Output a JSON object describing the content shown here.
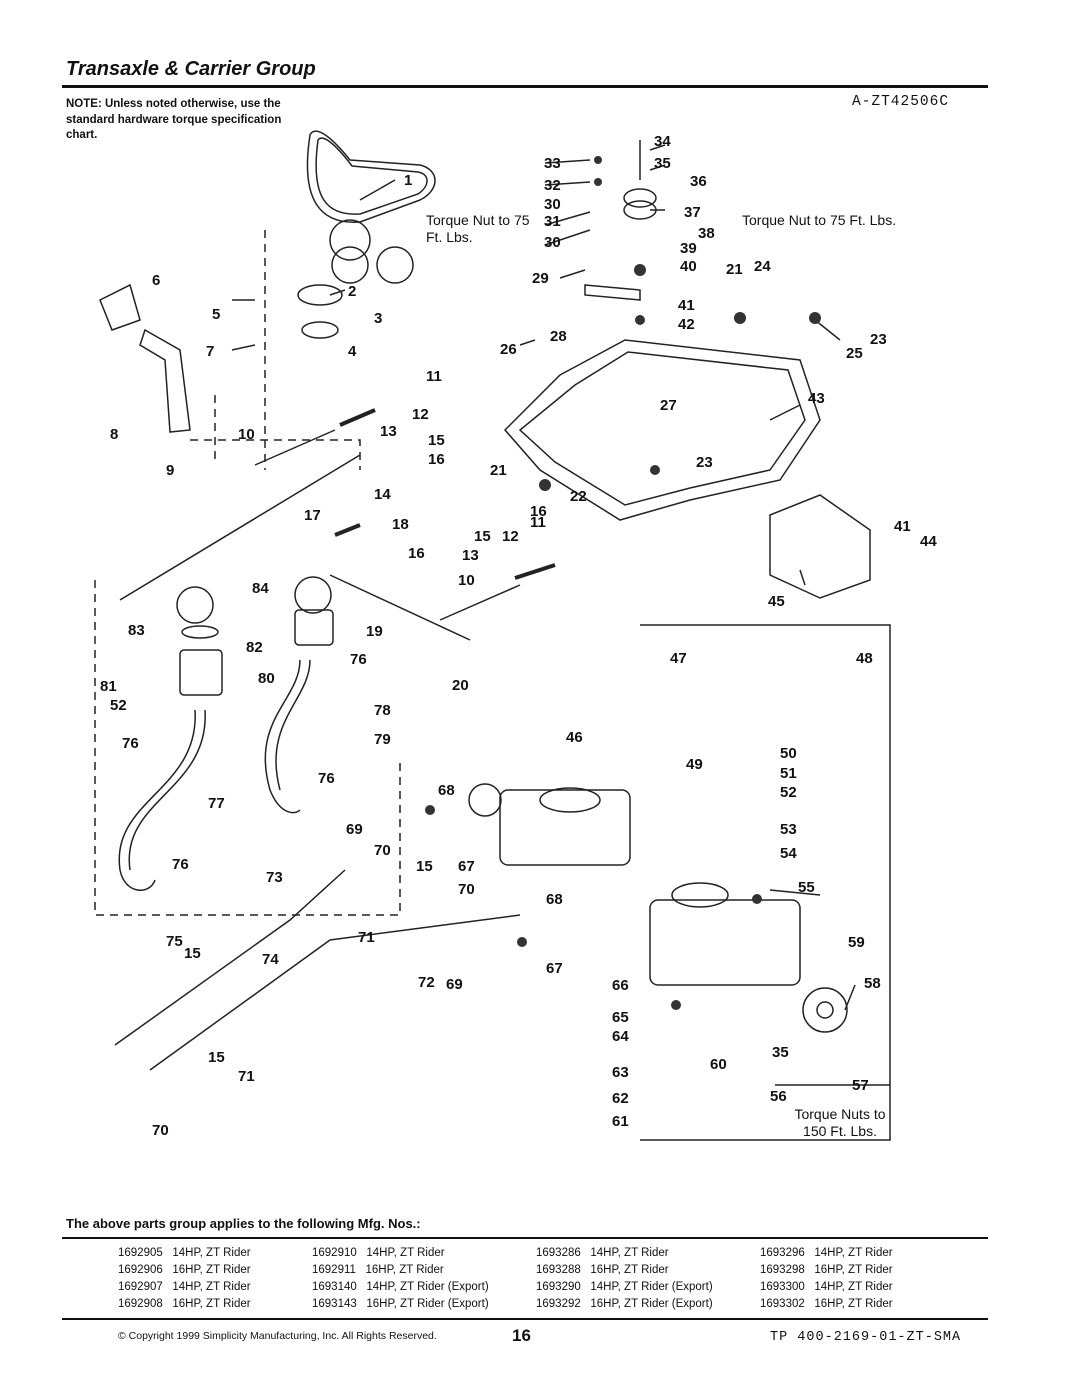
{
  "header": {
    "title": "Transaxle & Carrier Group",
    "note": "NOTE: Unless noted otherwise, use the standard hardware torque specification chart.",
    "diagram_code": "A-ZT42506C"
  },
  "diagram": {
    "torque_notes": {
      "center": "Torque Nut to 75 Ft. Lbs.",
      "right": "Torque Nut to 75 Ft. Lbs.",
      "bottom": "Torque Nuts to 150 Ft. Lbs."
    },
    "callouts": [
      "1",
      "2",
      "3",
      "4",
      "5",
      "6",
      "7",
      "8",
      "9",
      "10",
      "11",
      "12",
      "13",
      "15",
      "16",
      "14",
      "17",
      "18",
      "15",
      "12",
      "11",
      "16",
      "13",
      "10",
      "84",
      "83",
      "82",
      "19",
      "76",
      "81",
      "80",
      "20",
      "52",
      "78",
      "76",
      "79",
      "46",
      "47",
      "48",
      "49",
      "50",
      "51",
      "52",
      "53",
      "54",
      "55",
      "76",
      "68",
      "77",
      "69",
      "70",
      "15",
      "67",
      "76",
      "73",
      "70",
      "68",
      "75",
      "15",
      "71",
      "74",
      "72",
      "69",
      "67",
      "59",
      "58",
      "66",
      "65",
      "64",
      "60",
      "35",
      "63",
      "15",
      "71",
      "62",
      "56",
      "57",
      "70",
      "61",
      "34",
      "33",
      "35",
      "32",
      "36",
      "30",
      "37",
      "31",
      "38",
      "30",
      "39",
      "29",
      "40",
      "21",
      "24",
      "41",
      "42",
      "28",
      "26",
      "23",
      "25",
      "27",
      "43",
      "23",
      "21",
      "22",
      "16",
      "41",
      "44",
      "45"
    ]
  },
  "applies": {
    "heading": "The above parts group applies to the following Mfg. Nos.:",
    "columns": [
      [
        {
          "pn": "1692905",
          "desc": "14HP, ZT Rider"
        },
        {
          "pn": "1692906",
          "desc": "16HP, ZT Rider"
        },
        {
          "pn": "1692907",
          "desc": "14HP, ZT Rider"
        },
        {
          "pn": "1692908",
          "desc": "16HP, ZT Rider"
        }
      ],
      [
        {
          "pn": "1692910",
          "desc": "14HP, ZT Rider"
        },
        {
          "pn": "1692911",
          "desc": "16HP, ZT Rider"
        },
        {
          "pn": "1693140",
          "desc": "14HP, ZT Rider (Export)"
        },
        {
          "pn": "1693143",
          "desc": "16HP, ZT Rider (Export)"
        }
      ],
      [
        {
          "pn": "1693286",
          "desc": "14HP, ZT Rider"
        },
        {
          "pn": "1693288",
          "desc": "16HP, ZT Rider"
        },
        {
          "pn": "1693290",
          "desc": "14HP, ZT Rider (Export)"
        },
        {
          "pn": "1693292",
          "desc": "16HP, ZT Rider (Export)"
        }
      ],
      [
        {
          "pn": "1693296",
          "desc": "14HP, ZT Rider"
        },
        {
          "pn": "1693298",
          "desc": "16HP, ZT Rider"
        },
        {
          "pn": "1693300",
          "desc": "14HP, ZT Rider"
        },
        {
          "pn": "1693302",
          "desc": "16HP, ZT Rider"
        }
      ]
    ]
  },
  "footer": {
    "copyright": "© Copyright 1999 Simplicity Manufacturing, Inc. All Rights Reserved.",
    "page_number": "16",
    "doc_code": "TP 400-2169-01-ZT-SMA"
  }
}
